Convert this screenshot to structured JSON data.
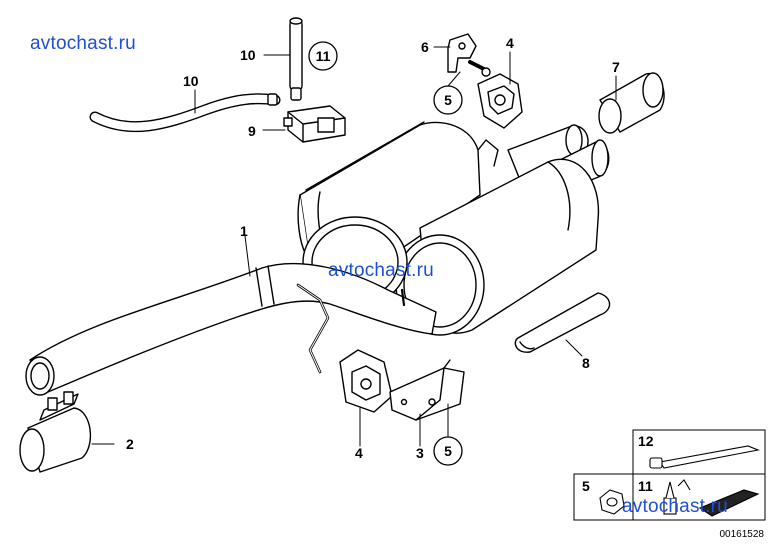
{
  "watermarks": {
    "top_left": "avtochast.ru",
    "center": "avtochast.ru",
    "bottom_right": "avtochast.ru"
  },
  "callouts": {
    "c1": "1",
    "c2": "2",
    "c3": "3",
    "c4a": "4",
    "c4b": "4",
    "c5a": "5",
    "c5b": "5",
    "c6": "6",
    "c7": "7",
    "c8": "8",
    "c9": "9",
    "c10a": "10",
    "c10b": "10",
    "c11": "11"
  },
  "legend": {
    "item12": "12",
    "item5": "5",
    "item11": "11"
  },
  "document_id": "00161528"
}
